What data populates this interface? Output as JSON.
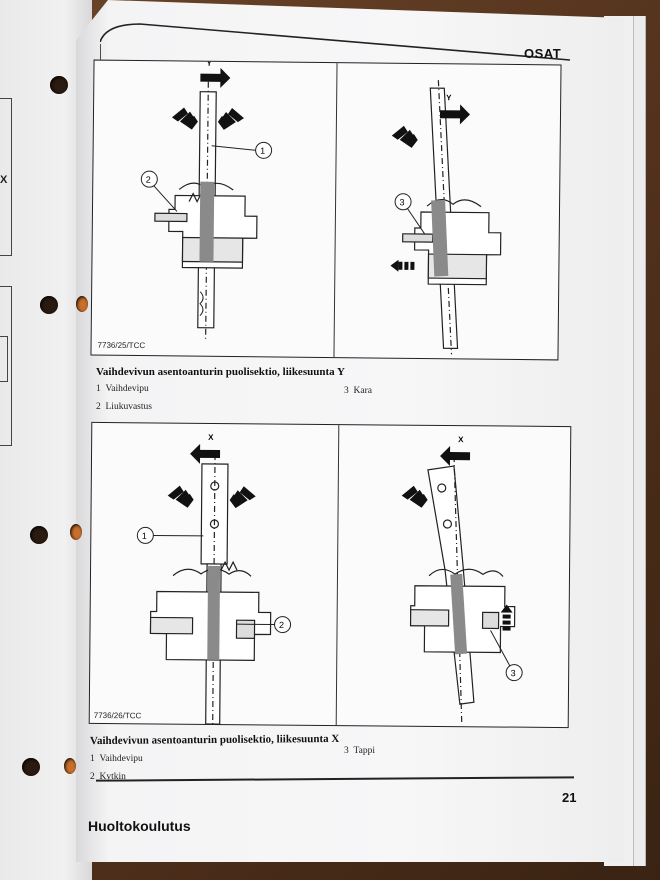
{
  "header": {
    "section": "OSAT"
  },
  "figure1": {
    "code": "7736/25/TCC",
    "left_direction": "Y",
    "right_direction": "Y",
    "left_callouts": [
      "1",
      "2"
    ],
    "right_callouts": [
      "3"
    ],
    "caption": "Vaihdevivun asentoanturin puolisektio, liikesuunta Y",
    "legend": [
      {
        "num": "1",
        "text": "Vaihdevipu"
      },
      {
        "num": "2",
        "text": "Liukuvastus"
      },
      {
        "num": "3",
        "text": "Kara"
      }
    ]
  },
  "figure2": {
    "code": "7736/26/TCC",
    "left_direction": "X",
    "right_direction": "X",
    "left_callouts": [
      "1",
      "2"
    ],
    "right_callouts": [
      "3"
    ],
    "caption": "Vaihdevivun asentoanturin puolisektio, liikesuunta X",
    "legend": [
      {
        "num": "1",
        "text": "Vaihdevipu"
      },
      {
        "num": "2",
        "text": "Kytkin"
      },
      {
        "num": "3",
        "text": "Tappi"
      }
    ]
  },
  "left_page": {
    "margin_mark": "X"
  },
  "footer": {
    "page_number": "21",
    "brand": "Huoltokoulutus"
  }
}
